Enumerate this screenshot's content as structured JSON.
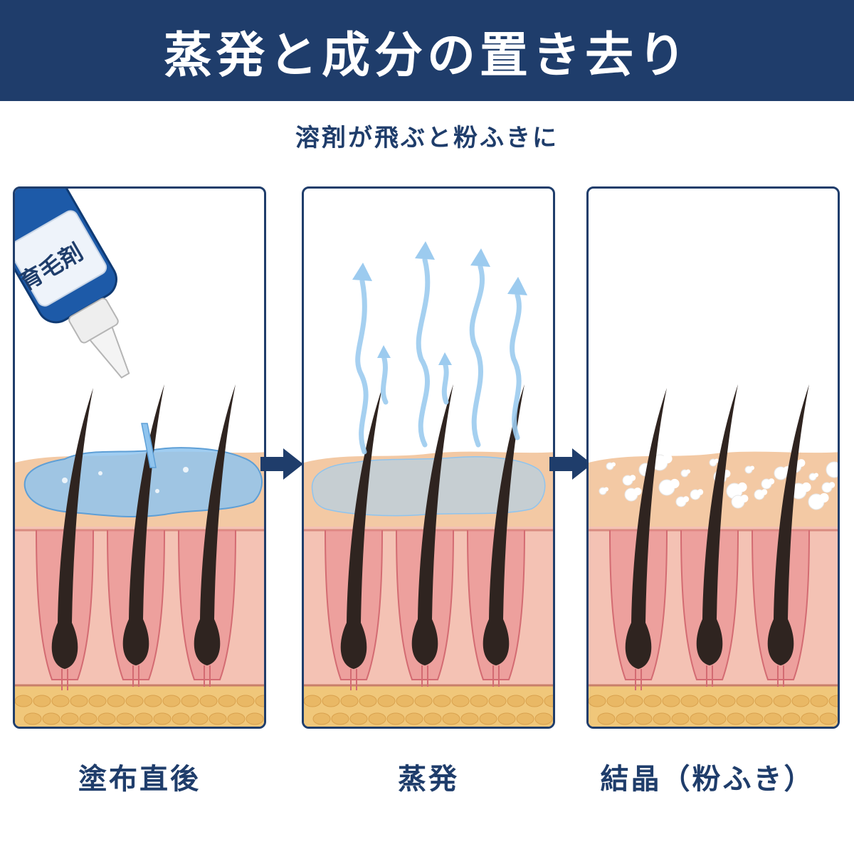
{
  "header": {
    "title": "蒸発と成分の置き去り"
  },
  "subtitle": "溶剤が飛ぶと粉ふきに",
  "panels": [
    {
      "caption": "塗布直後",
      "bottle_label": "育毛剤"
    },
    {
      "caption": "蒸発"
    },
    {
      "caption": "結晶（粉ふき）"
    }
  ],
  "colors": {
    "navy": "#1f3d6b",
    "skin_top": "#f3c9a4",
    "dermis": "#f4c2b4",
    "follicle": "#e8858a",
    "fat": "#f0c77a",
    "hair": "#2f2420",
    "liquid": "#8fc4ee",
    "vapor": "#9ccbef",
    "crystal": "#ffffff"
  }
}
